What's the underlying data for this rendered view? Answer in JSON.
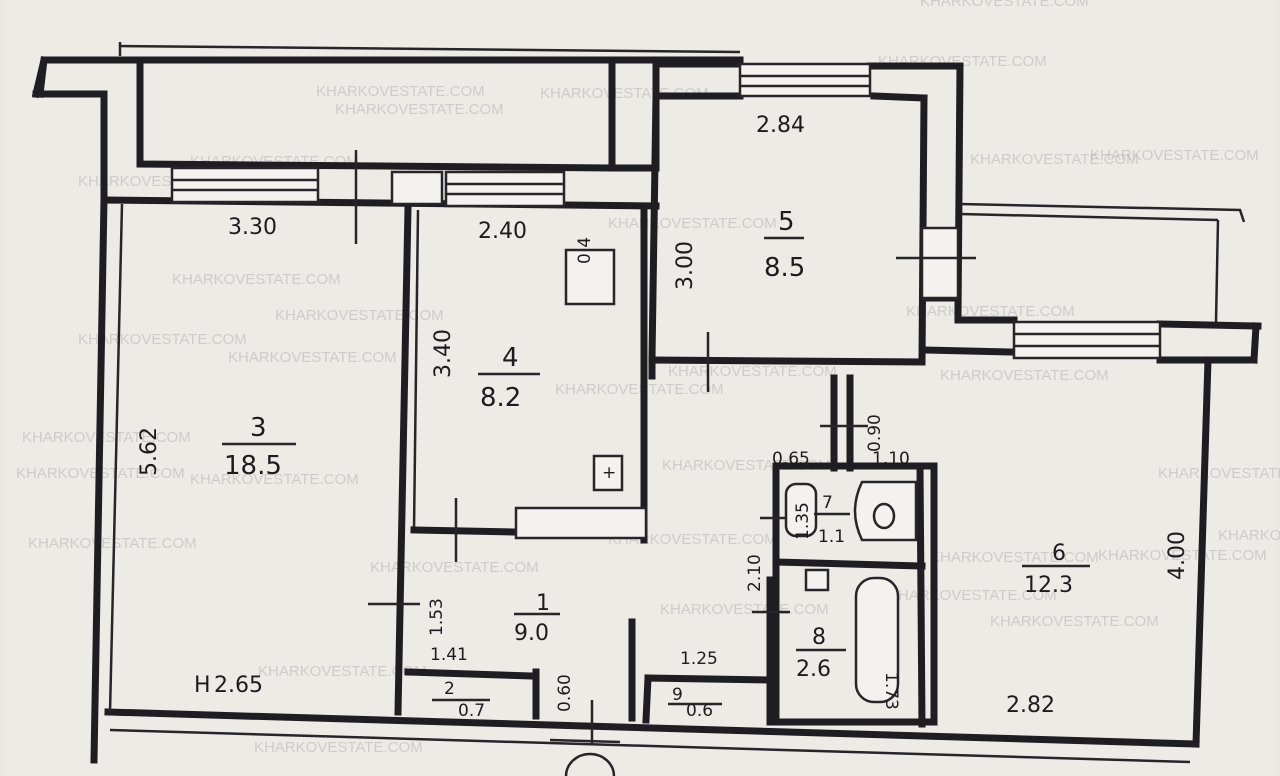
{
  "watermark": "KHARKOVESTATE.COM",
  "rooms": [
    {
      "id": "1",
      "area": "9.0"
    },
    {
      "id": "2",
      "area": "0.7"
    },
    {
      "id": "3",
      "area": "18.5"
    },
    {
      "id": "4",
      "area": "8.2"
    },
    {
      "id": "5",
      "area": "8.5"
    },
    {
      "id": "6",
      "area": "12.3"
    },
    {
      "id": "7",
      "area": "1.1"
    },
    {
      "id": "8",
      "area": "2.6"
    },
    {
      "id": "9",
      "area": "0.6"
    }
  ],
  "dimensions": {
    "d_330": "3.30",
    "d_240": "2.40",
    "d_284": "2.84",
    "d_300": "3.00",
    "d_340": "3.40",
    "d_562": "5.62",
    "d_090": "0.90",
    "d_065": "0.65",
    "d_110": "1.10",
    "d_400": "4.00",
    "d_210": "2.10",
    "d_153": "1.53",
    "d_141": "1.41",
    "d_060": "0.60",
    "d_125": "1.25",
    "d_282": "2.82",
    "d_265": "2.65",
    "d_135": "1.35",
    "d_173": "1.73",
    "d_h_prefix": "H"
  },
  "fixtures": {
    "stove_label": "0 4",
    "riser_label": "+"
  }
}
